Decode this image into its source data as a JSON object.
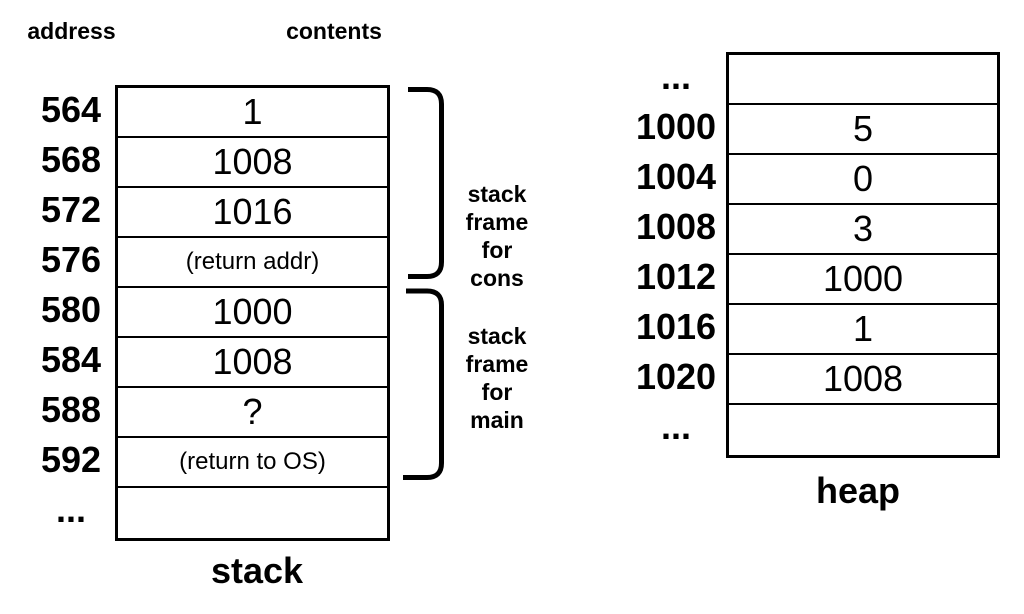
{
  "colors": {
    "background": "#ffffff",
    "line": "#000000",
    "text": "#000000"
  },
  "headers": {
    "address": "address",
    "contents": "contents"
  },
  "stack": {
    "caption": "stack",
    "rows": [
      {
        "address": "564",
        "value": "1"
      },
      {
        "address": "568",
        "value": "1008"
      },
      {
        "address": "572",
        "value": "1016"
      },
      {
        "address": "576",
        "value": "(return addr)"
      },
      {
        "address": "580",
        "value": "1000"
      },
      {
        "address": "584",
        "value": "1008"
      },
      {
        "address": "588",
        "value": "?"
      },
      {
        "address": "592",
        "value": "(return to OS)"
      },
      {
        "address": "...",
        "value": ""
      }
    ]
  },
  "heap": {
    "caption": "heap",
    "rows": [
      {
        "address": "...",
        "value": ""
      },
      {
        "address": "1000",
        "value": "5"
      },
      {
        "address": "1004",
        "value": "0"
      },
      {
        "address": "1008",
        "value": "3"
      },
      {
        "address": "1012",
        "value": "1000"
      },
      {
        "address": "1016",
        "value": "1"
      },
      {
        "address": "1020",
        "value": "1008"
      },
      {
        "address": "...",
        "value": ""
      }
    ]
  },
  "braces": [
    {
      "lines": [
        "stack",
        "frame",
        "for",
        "cons"
      ]
    },
    {
      "lines": [
        "stack",
        "frame",
        "for",
        "main"
      ]
    }
  ]
}
